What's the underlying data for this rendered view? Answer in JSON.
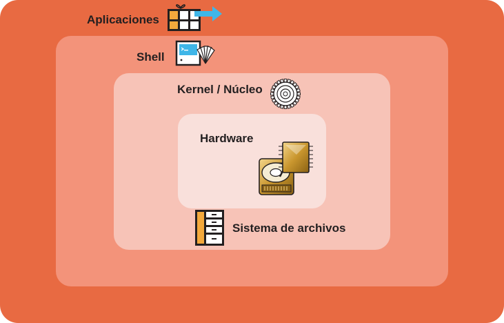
{
  "colors": {
    "applications_layer": "#e86a42",
    "shell_layer": "#f3937a",
    "kernel_layer": "#f7c3b7",
    "hardware_layer": "#f9e0db",
    "text": "#231f20",
    "accent_blue": "#3fb6e8",
    "accent_yellow": "#f3a93c",
    "hardware_gold": "#c9962e"
  },
  "layers": {
    "applications": {
      "label": "Aplicaciones",
      "icon": "applications-grid-arrow-icon"
    },
    "shell": {
      "label": "Shell",
      "icon": "shell-terminal-fan-icon"
    },
    "kernel": {
      "label": "Kernel / Núcleo",
      "icon": "kernel-gear-icon"
    },
    "hardware": {
      "label": "Hardware",
      "icon": "hardware-disk-chip-icon"
    },
    "filesystem": {
      "label": "Sistema de archivos",
      "icon": "filesystem-cabinet-icon"
    }
  }
}
